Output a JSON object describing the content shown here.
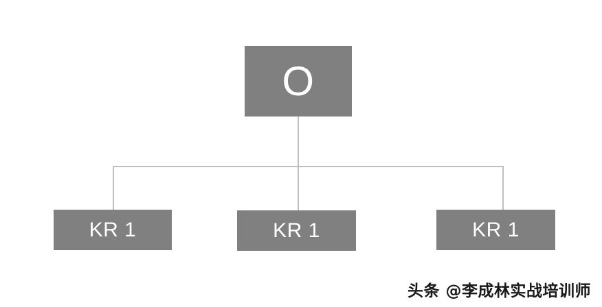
{
  "diagram": {
    "type": "org-tree",
    "title_node": {
      "label": "O",
      "role": "objective"
    },
    "children": [
      {
        "label": "KR 1",
        "role": "key-result"
      },
      {
        "label": "KR 1",
        "role": "key-result"
      },
      {
        "label": "KR 1",
        "role": "key-result"
      }
    ],
    "colors": {
      "node_fill": "#808080",
      "node_text": "#ffffff",
      "connector": "#bfbfbf",
      "background": "#ffffff",
      "watermark_text": "#1a1a1a"
    }
  },
  "watermark": {
    "text": "头条 @李成林实战培训师"
  }
}
